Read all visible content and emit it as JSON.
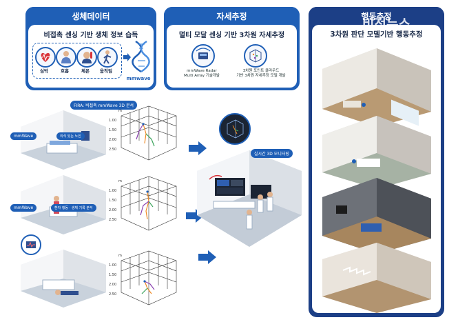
{
  "bio": {
    "title": "생체데이터",
    "subtitle": "비접촉 센싱 기반 생체 정보 습득",
    "items": [
      "심박",
      "호흡",
      "체온",
      "움직임"
    ],
    "mmwave": "mmwave"
  },
  "pose": {
    "title": "자세추정",
    "subtitle": "멀티 모달 센싱 기반 3차원 자세추정",
    "left_caption_1": "mmWave Radar",
    "left_caption_2": "Multi Array 기술개발",
    "right_caption_1": "3차원 포인트 클라우드",
    "right_caption_2": "기반 3차원 자세추정 모델 개발"
  },
  "behavior": {
    "title": "행동추정",
    "subtitle": "3차원 판단 모델기반 행동추정"
  },
  "watermark": "비전뉴스",
  "left_scene": {
    "fira_tag": "FIRA: 비접촉 mmWave 3D 분석",
    "mmwave_1": "mmWave",
    "tag_1": "의식 있는 노인",
    "mmwave_2": "mmWave",
    "tag_2": "환자 행동 · 생체 기록 분석"
  },
  "plot_ticks": [
    "1.00",
    "1.50",
    "2.00",
    "2.50"
  ],
  "plot_unit": "m",
  "monitor_tag": "실시간 3D 모니터링",
  "colors": {
    "accent": "#1f5fb6",
    "dark": "#1c3f86",
    "orange": "#f08a24",
    "green": "#3aa35a",
    "purple": "#8a3fb0"
  }
}
